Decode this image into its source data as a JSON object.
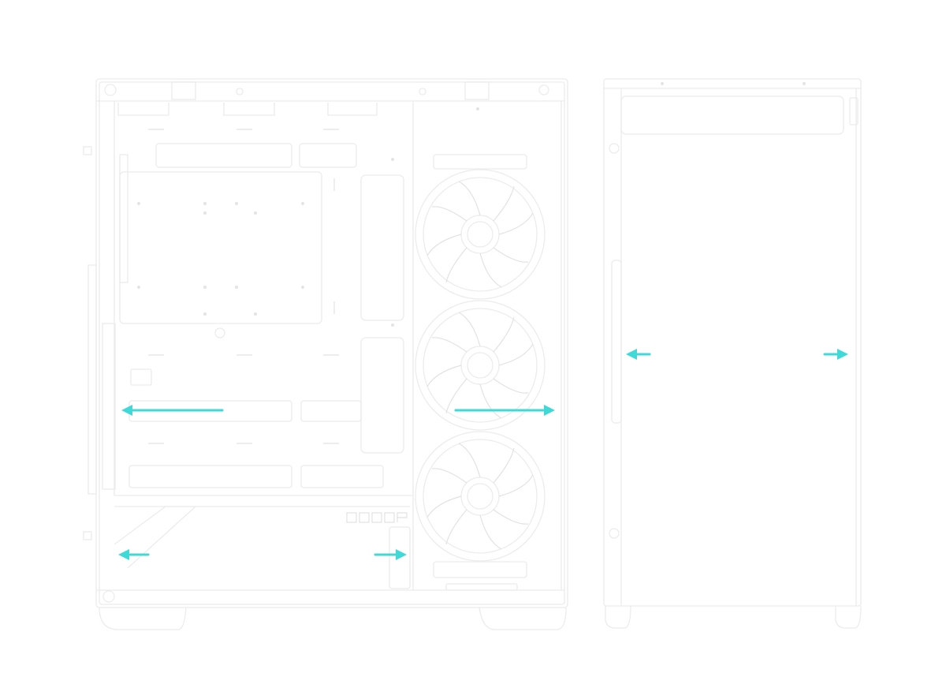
{
  "colors": {
    "background": "#ffffff",
    "outline": "#ececec",
    "airflow_arrow": "#3fd9d8"
  },
  "views": [
    {
      "id": "side-view",
      "description_icon": "pc-case-side-icon"
    },
    {
      "id": "front-view",
      "description_icon": "pc-case-front-icon"
    }
  ],
  "airflow": {
    "arrows": [
      {
        "view": "side",
        "direction": "left"
      },
      {
        "view": "side",
        "direction": "right"
      },
      {
        "view": "side",
        "direction": "left"
      },
      {
        "view": "side",
        "direction": "right"
      },
      {
        "view": "front",
        "direction": "left"
      },
      {
        "view": "front",
        "direction": "right"
      }
    ]
  },
  "fans": {
    "count": 3,
    "icon": "fan-icon"
  }
}
